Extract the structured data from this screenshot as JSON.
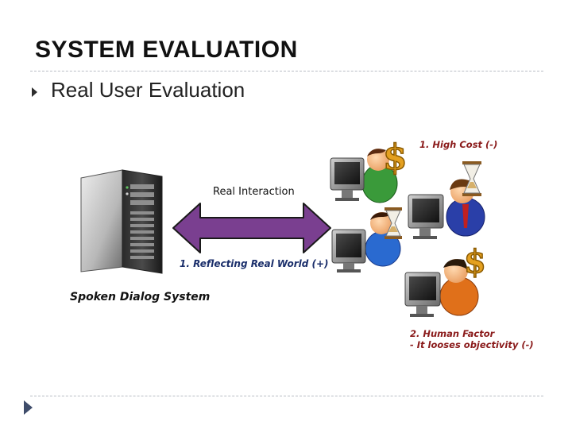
{
  "slide": {
    "title": "SYSTEM EVALUATION",
    "bullet": "Real User Evaluation"
  },
  "diagram": {
    "interaction_label": "Real Interaction",
    "pro_label": "1.  Reflecting Real World (+)",
    "system_label": "Spoken Dialog System",
    "cost_label": "1. High Cost (-)",
    "human_factor_line1": "2. Human Factor",
    "human_factor_line2": "- It looses objectivity (-)",
    "icons": {
      "server": "server-tower-icon",
      "arrow": "double-headed-arrow-icon",
      "users": "user-at-computer-icon",
      "money": "dollar-sign-icon",
      "time": "hourglass-icon"
    },
    "colors": {
      "arrow_fill": "#7a3f90",
      "label_blue": "#1b2f6b",
      "label_red": "#8a1a1a",
      "money_gold": "#e4a020"
    }
  }
}
